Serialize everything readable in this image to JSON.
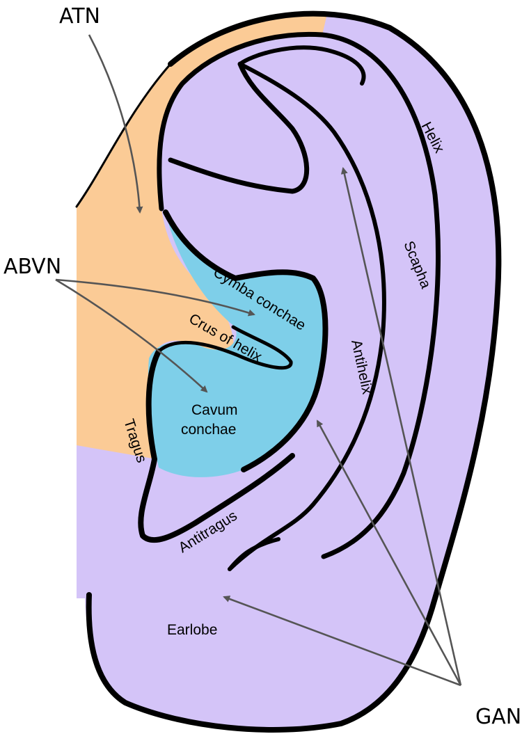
{
  "colors": {
    "gan_region": "#d4c4f8",
    "atn_region": "#fbcb96",
    "abvn_region": "#7ecfe9",
    "outline": "#000000",
    "arrow": "#555555"
  },
  "nerves": {
    "atn": "ATN",
    "abvn": "ABVN",
    "gan": "GAN"
  },
  "regions": {
    "helix": "Helix",
    "scapha": "Scapha",
    "antihelix": "Antihelix",
    "cymba_conchae": "Cymba conchae",
    "crus_of_helix": "Crus of helix",
    "cavum_conchae_line1": "Cavum",
    "cavum_conchae_line2": "conchae",
    "tragus": "Tragus",
    "antitragus": "Antitragus",
    "earlobe": "Earlobe"
  }
}
